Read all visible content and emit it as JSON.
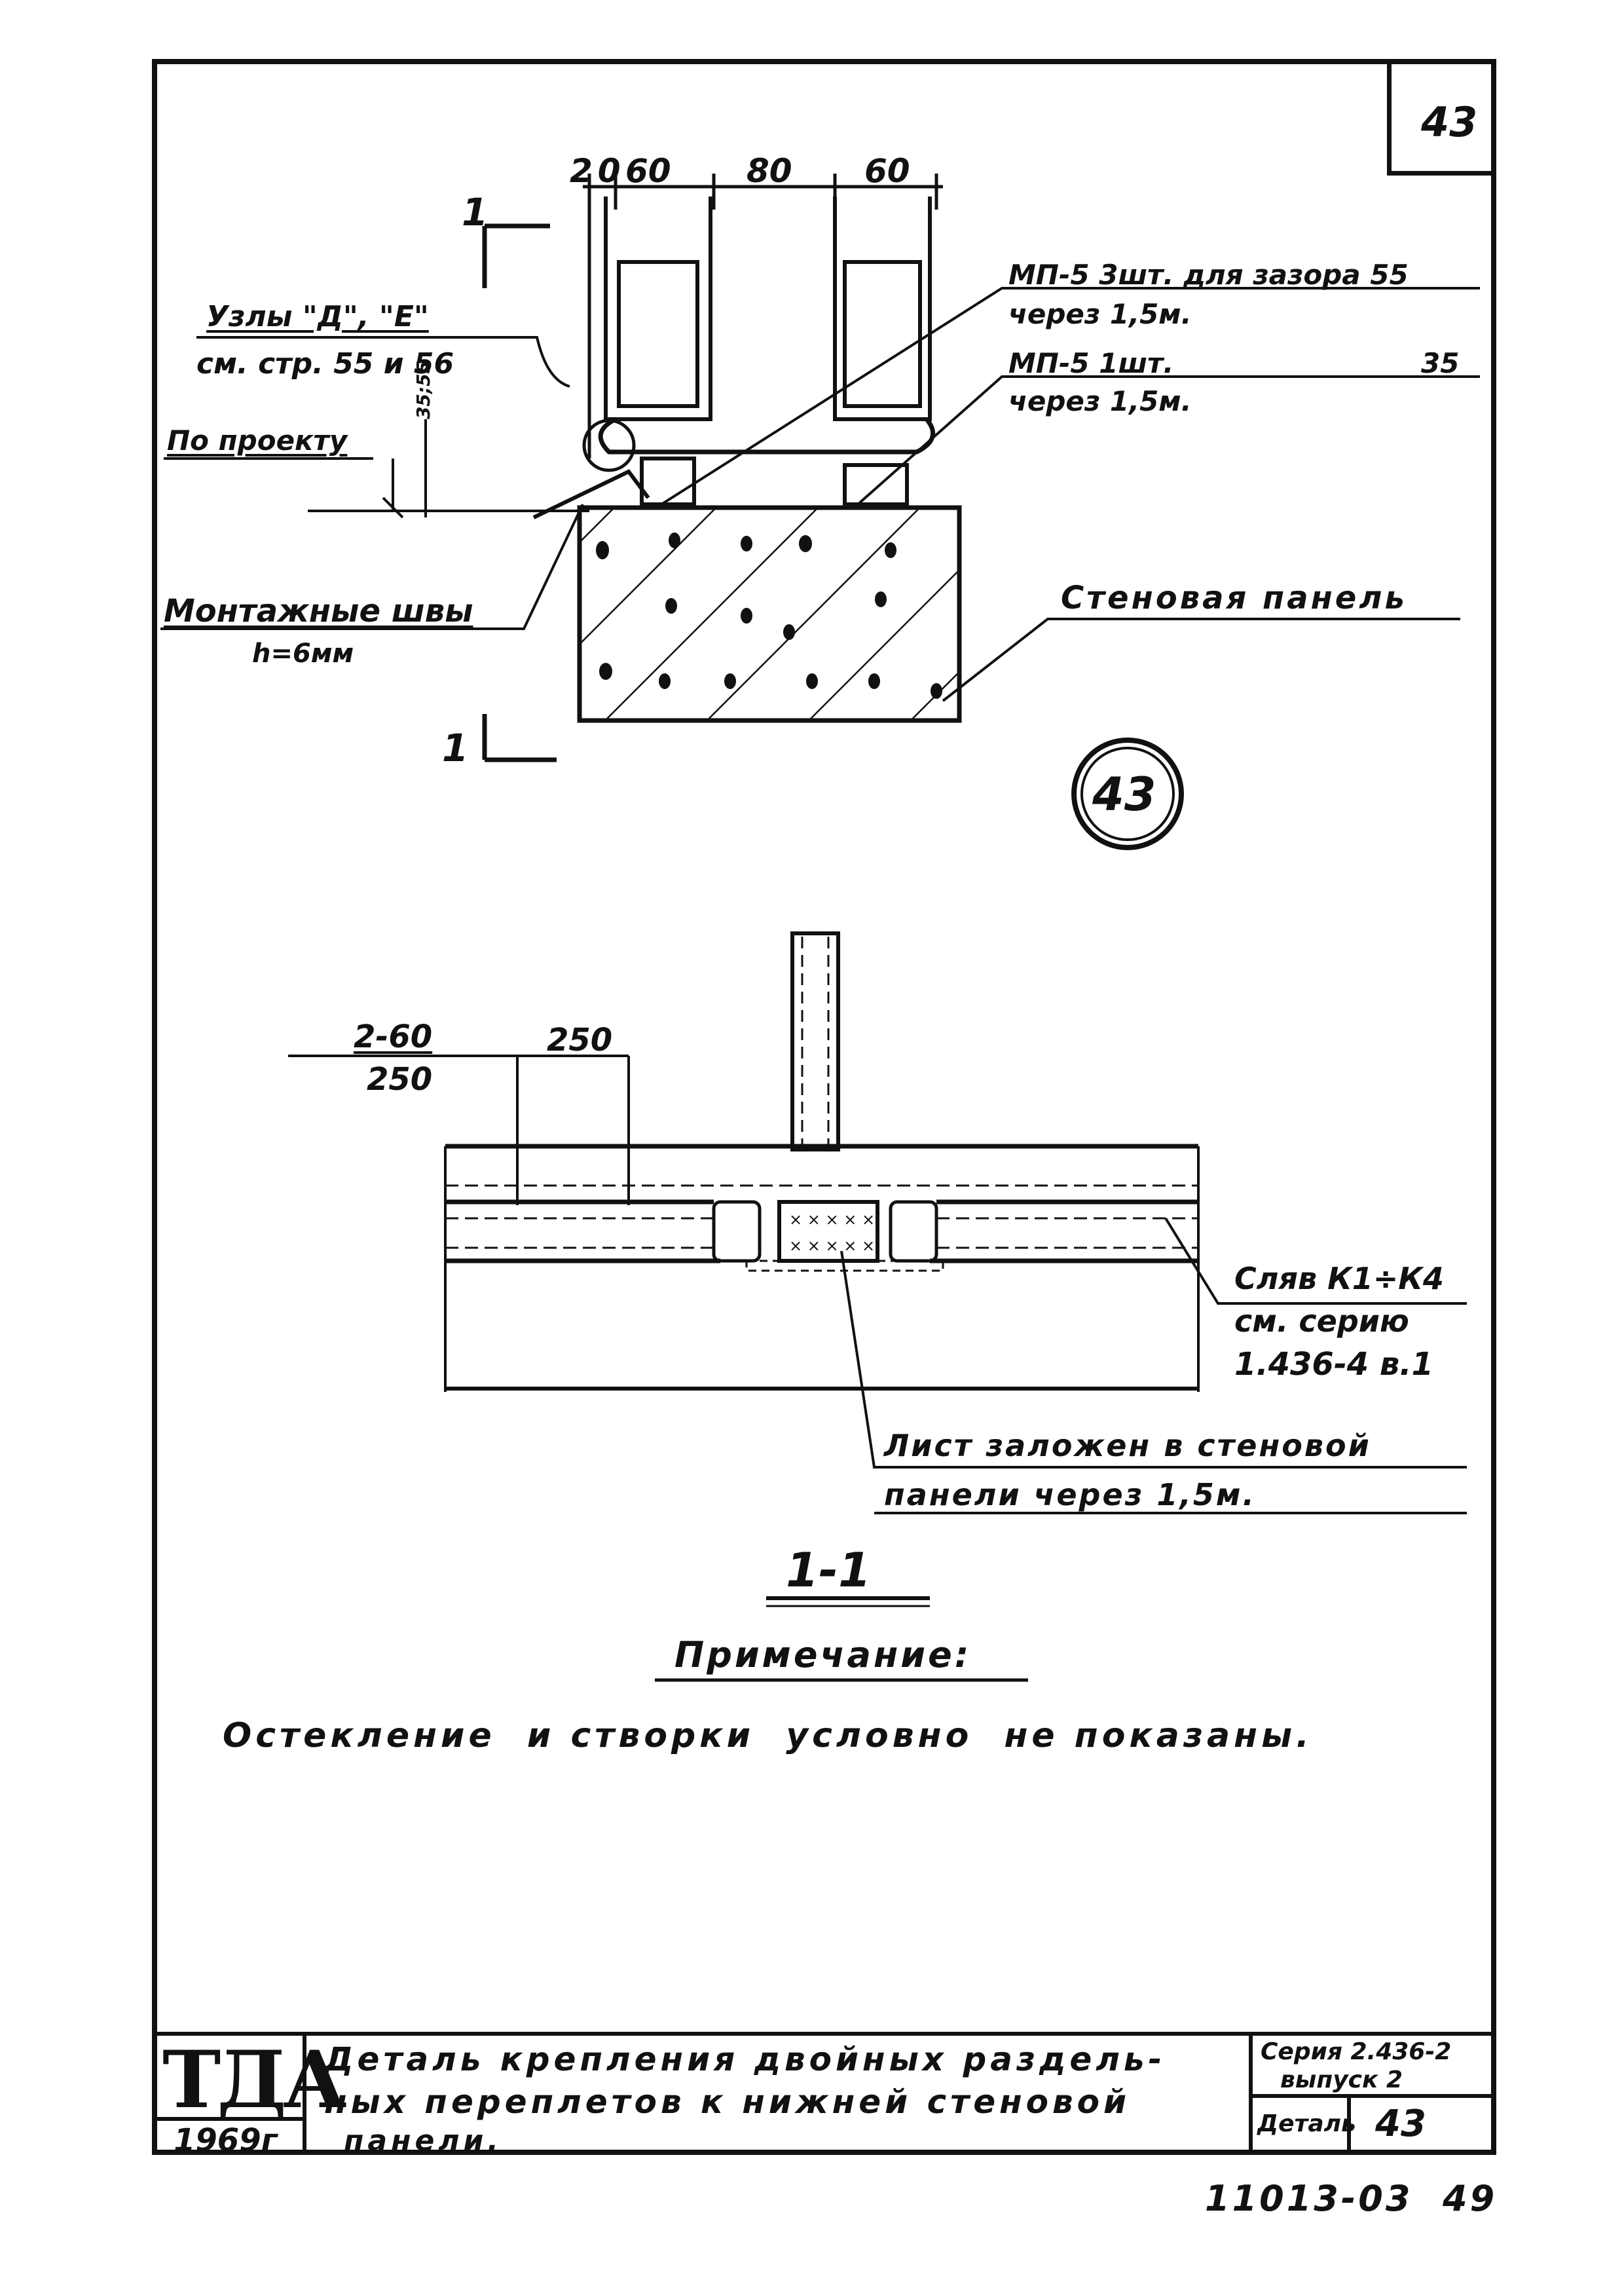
{
  "sheet": {
    "page_number": "43",
    "title_block": {
      "org_logo": "ТДА",
      "year": "1969г",
      "title_line1": "Деталь крепления двойных раздель-",
      "title_line2": "ных переплетов к нижней стеновой",
      "title_line3": "панели.",
      "series_label": "Серия 2.436-2",
      "issue_label": "выпуск 2",
      "detail_label": "Деталь",
      "detail_value": "43",
      "sheet_code": "11013-03  49"
    }
  },
  "plan_view": {
    "dim_top": [
      "20",
      "60",
      "80",
      "60"
    ],
    "section_mark": "1",
    "nodes_note_line1": "Узлы \"Д\", \"Е\"",
    "nodes_note_line2": "см. стр. 55 и 56",
    "by_project": "По проекту",
    "side_dim": "35;55",
    "mp5_line1": "МП-5  3шт. для зазора 55",
    "mp5_line2": "через 1,5м.",
    "mp5b_line1": "МП-5  1шт.",
    "mp5b_value": "35",
    "mp5b_line2": "через 1,5м.",
    "weld_line1": "Монтажные швы",
    "weld_line2": "h=6мм",
    "wall_panel": "Стеновая панель",
    "detail_circle": "43"
  },
  "section_view": {
    "dim_left_top": "2-60",
    "dim_left_bottom": "250",
    "dim_right": "250",
    "bars_line1": "Сляв К1÷К4",
    "bars_line2": "см. серию",
    "bars_line3": "1.436-4 в.1",
    "sheet_note_line1": "Лист заложен в стеновой",
    "sheet_note_line2": "панели через 1,5м.",
    "section_title": "1-1"
  },
  "note": {
    "heading": "Примечание:",
    "text": "Остекление  и створки  условно  не показаны."
  }
}
